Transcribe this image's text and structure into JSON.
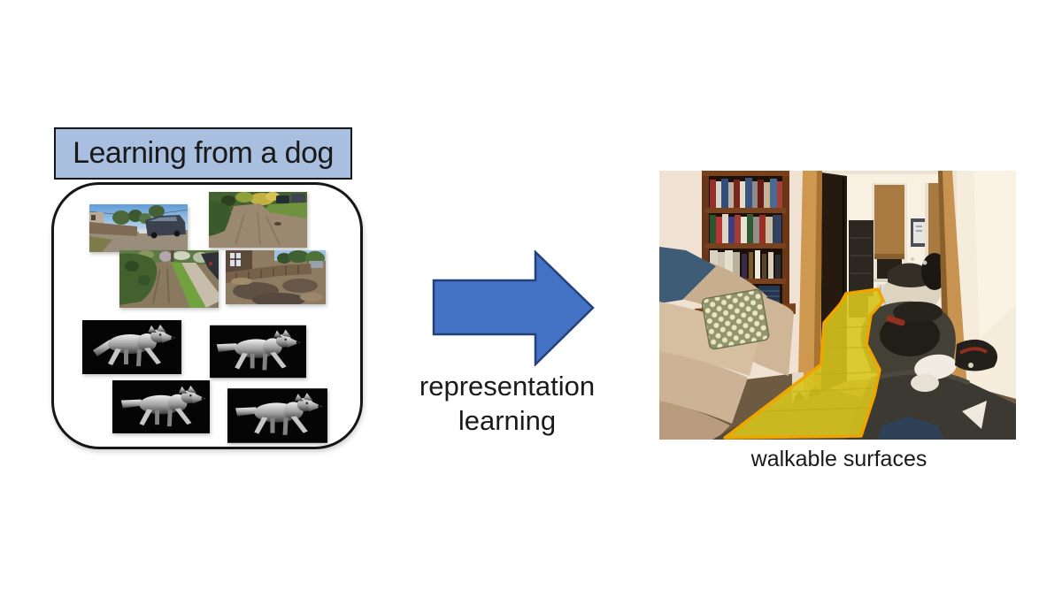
{
  "slide": {
    "title": "Learning from a dog",
    "process_label": {
      "line1": "representation",
      "line2": "learning"
    },
    "output_caption": "walkable surfaces"
  },
  "icons": {
    "arrow": "right-block-arrow-icon"
  },
  "media": {
    "input_photos": "first-person outdoor video frames",
    "input_models": "gray 3D dog pose renders on black",
    "output_photo": "living room photo with highlighted walkable floor path"
  },
  "colors": {
    "title_fill": "#a9bfe0",
    "title_border": "#14161a",
    "arrow_fill": "#4472c4",
    "arrow_stroke": "#26407c",
    "walkable_fill": "#d7c41e",
    "walkable_stroke": "#f0a400",
    "text": "#1a1a1a"
  }
}
